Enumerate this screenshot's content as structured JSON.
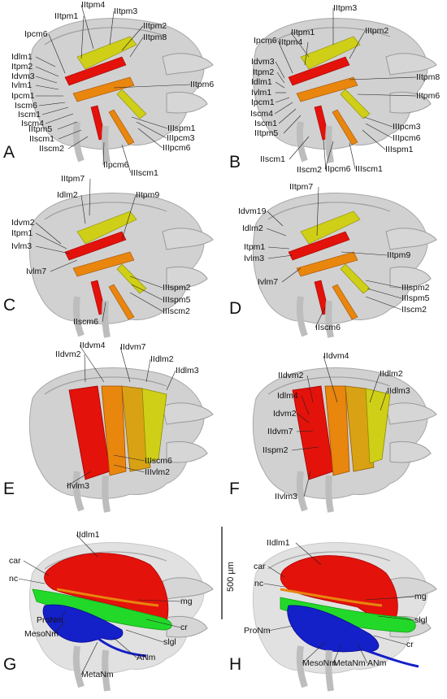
{
  "panels": {
    "A": {
      "letter": "A",
      "labels": [
        "IItpm1",
        "IItpm4",
        "IItpm3",
        "IItpm2",
        "IItpm8",
        "Ipcm6",
        "Idlm1",
        "Itpm2",
        "Idvm3",
        "Ivlm1",
        "Ipcm1",
        "Iscm6",
        "Iscm1",
        "Iscm4",
        "IItpm6",
        "IItpm5",
        "IIscm1",
        "IIscm2",
        "IIpcm6",
        "IIIscm1",
        "IIIpcm6",
        "IIIpcm3",
        "IIIspm1"
      ]
    },
    "B": {
      "letter": "B",
      "labels": [
        "IItpm1",
        "IItpm3",
        "IItpm4",
        "IItpm2",
        "Ipcm6",
        "Idvm3",
        "Itpm2",
        "Idlm1",
        "Ivlm1",
        "Ipcm1",
        "Iscm4",
        "Iscm1",
        "IItpm5",
        "IItpm8",
        "IItpm6",
        "IIIpcm3",
        "IIIpcm6",
        "IIIspm1",
        "IIscm1",
        "IIscm2",
        "IIpcm6",
        "IIIscm1"
      ]
    },
    "C": {
      "letter": "C",
      "labels": [
        "IItpm7",
        "Idlm2",
        "IItpm9",
        "Idvm2",
        "Itpm1",
        "Ivlm3",
        "Ivlm7",
        "IIIspm2",
        "IIIspm5",
        "IIIscm2",
        "IIscm6"
      ]
    },
    "D": {
      "letter": "D",
      "labels": [
        "IItpm7",
        "Idvm19",
        "Idlm2",
        "Itpm1",
        "Ivlm3",
        "IItpm9",
        "Ivlm7",
        "IIIspm2",
        "IIIspm5",
        "IIscm2",
        "IIscm6"
      ]
    },
    "E": {
      "letter": "E",
      "labels": [
        "IIdvm2",
        "IIdvm4",
        "IIdvm7",
        "IIdlm2",
        "IIdlm3",
        "IIIscm6",
        "IIIvlm2",
        "IIvlm3"
      ]
    },
    "F": {
      "letter": "F",
      "labels": [
        "IIdvm2",
        "IIdvm4",
        "IIdlm2",
        "IIdlm3",
        "Idlm4",
        "Idvm2",
        "IIdvm7",
        "IIspm2",
        "IIvlm3"
      ]
    },
    "G": {
      "letter": "G",
      "labels": [
        "IIdlm1",
        "car",
        "nc",
        "mg",
        "ProNm",
        "MesoNm",
        "cr",
        "slgl",
        "ANm",
        "MetaNm"
      ]
    },
    "H": {
      "letter": "H",
      "labels": [
        "IIdlm1",
        "car",
        "nc",
        "mg",
        "slgl",
        "ProNm",
        "cr",
        "MesoNm",
        "MetaNm",
        "ANm"
      ]
    }
  },
  "scale_bar": {
    "label": "500 µm"
  },
  "colors": {
    "cuticle": "#c9c9c9",
    "muscle_red": "#e3120b",
    "muscle_orange": "#e8860e",
    "muscle_yellow": "#cfcf18",
    "nerve_blue": "#1420c8",
    "gut_green": "#22d92a"
  }
}
